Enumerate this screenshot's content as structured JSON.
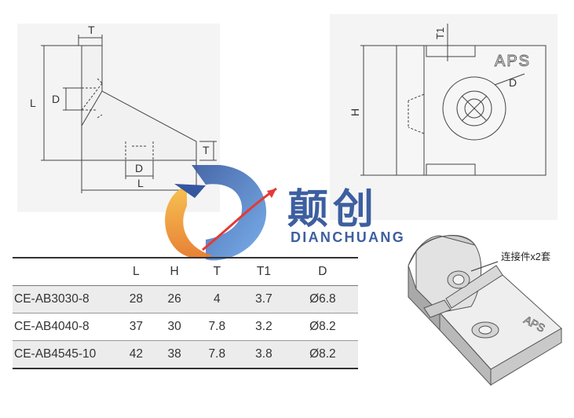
{
  "side_view": {
    "label_T": "T",
    "label_L": "L",
    "label_D": "D",
    "label_T_right": "T",
    "label_D_bottom": "D",
    "label_L_bottom": "L"
  },
  "front_view": {
    "label_T1": "T1",
    "label_H": "H",
    "label_D": "D",
    "engraving": "APS"
  },
  "logo": {
    "name_cn": "颠创",
    "name_en": "DIANCHUANG"
  },
  "iso_view": {
    "callout": "连接件x2套",
    "engraving": "APS"
  },
  "table": {
    "headers": [
      "",
      "L",
      "H",
      "T",
      "T1",
      "D"
    ],
    "rows": [
      [
        "CE-AB3030-8",
        "28",
        "26",
        "4",
        "3.7",
        "Ø6.8"
      ],
      [
        "CE-AB4040-8",
        "37",
        "30",
        "7.8",
        "3.2",
        "Ø8.2"
      ],
      [
        "CE-AB4545-10",
        "42",
        "38",
        "7.8",
        "3.8",
        "Ø8.2"
      ]
    ]
  },
  "colors": {
    "brand_blue": "#3d5fa0",
    "logo_orange": "#f2a033",
    "logo_red": "#e53935"
  }
}
